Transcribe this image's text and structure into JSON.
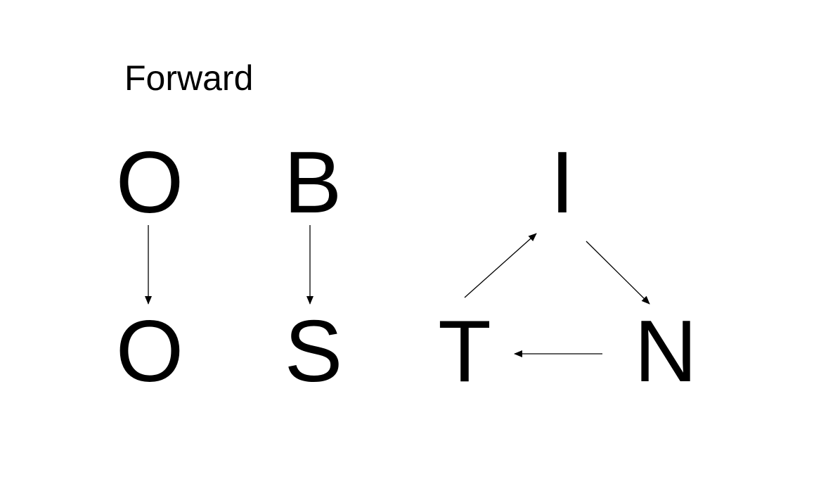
{
  "title": "Forward",
  "nodes": {
    "o_top": "O",
    "o_bottom": "O",
    "b": "B",
    "s": "S",
    "i": "I",
    "t": "T",
    "n": "N"
  },
  "edges": [
    {
      "from": "O",
      "to": "O"
    },
    {
      "from": "B",
      "to": "S"
    },
    {
      "from": "T",
      "to": "I"
    },
    {
      "from": "I",
      "to": "N"
    },
    {
      "from": "N",
      "to": "T"
    }
  ],
  "colors": {
    "ink": "#000000",
    "background": "#ffffff"
  }
}
